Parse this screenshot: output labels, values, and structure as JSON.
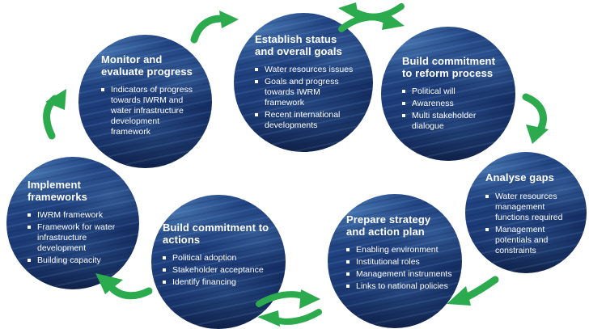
{
  "diagram": {
    "title_hint": "IWRM planning cycle",
    "colors": {
      "background": "#ffffff",
      "arrow_green": "#2caa4e",
      "circle_light": "#2c5494",
      "circle_mid": "#1d3d7a",
      "circle_dark": "#122a58",
      "text": "#ffffff"
    },
    "bullet_icon": "square",
    "nodes": [
      {
        "id": "monitor",
        "title": "Monitor and evaluate progress",
        "bullets": [
          "Indicators of progress towards IWRM and water infrastructure development framework"
        ]
      },
      {
        "id": "establish",
        "title": "Establish status and overall goals",
        "bullets": [
          "Water resources issues",
          "Goals and progress towards IWRM framework",
          "Recent international developments"
        ]
      },
      {
        "id": "reform",
        "title": "Build commitment to reform process",
        "bullets": [
          "Political will",
          "Awareness",
          "Multi stakeholder dialogue"
        ]
      },
      {
        "id": "analyse",
        "title": "Analyse gaps",
        "bullets": [
          "Water resources management functions required",
          "Management potentials and constraints"
        ]
      },
      {
        "id": "prepare",
        "title": "Prepare strategy and action plan",
        "bullets": [
          "Enabling environment",
          "Institutional roles",
          "Management instruments",
          "Links to national policies"
        ]
      },
      {
        "id": "actions",
        "title": "Build commitment to actions",
        "bullets": [
          "Political adoption",
          "Stakeholder acceptance",
          "Identify financing"
        ]
      },
      {
        "id": "implement",
        "title": "Implement frameworks",
        "bullets": [
          "IWRM framework",
          "Framework for water infrastructure development",
          "Building capacity"
        ]
      }
    ],
    "arrows": [
      {
        "id": "monitor-to-establish",
        "from": "monitor",
        "to": "establish",
        "style": "single-curved"
      },
      {
        "id": "reform-establish-exchange-left",
        "from": "reform",
        "to": "establish",
        "style": "paired-curved"
      },
      {
        "id": "establish-reform-exchange-right",
        "from": "establish",
        "to": "reform",
        "style": "paired-curved"
      },
      {
        "id": "reform-to-analyse",
        "from": "reform",
        "to": "analyse",
        "style": "single-curved"
      },
      {
        "id": "analyse-to-prepare",
        "from": "analyse",
        "to": "prepare",
        "style": "single-curved"
      },
      {
        "id": "actions-prepare-exchange-right",
        "from": "actions",
        "to": "prepare",
        "style": "paired-curved"
      },
      {
        "id": "prepare-actions-exchange-left",
        "from": "prepare",
        "to": "actions",
        "style": "paired-curved"
      },
      {
        "id": "actions-to-implement",
        "from": "actions",
        "to": "implement",
        "style": "single-curved"
      },
      {
        "id": "implement-to-monitor",
        "from": "implement",
        "to": "monitor",
        "style": "single-curved"
      }
    ]
  }
}
